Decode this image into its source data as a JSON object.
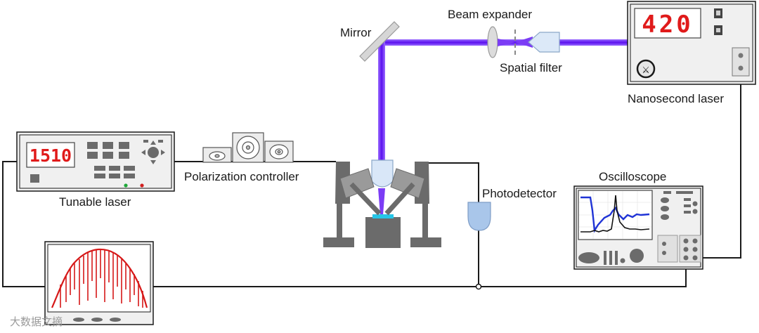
{
  "labels": {
    "mirror": "Mirror",
    "beam_expander": "Beam expander",
    "spatial_filter": "Spatial filter",
    "nanosecond_laser": "Nanosecond laser",
    "tunable_laser": "Tunable laser",
    "polarization_controller": "Polarization controller",
    "photodetector": "Photodetector",
    "oscilloscope": "Oscilloscope"
  },
  "displays": {
    "nanosecond_wavelength": "420",
    "tunable_wavelength": "1510"
  },
  "watermark": "大数据文摘",
  "colors": {
    "laser_beam": "#6a1df0",
    "display_red": "#e01a1a",
    "spectrum_red": "#d61818",
    "trace_blue": "#1f33d6",
    "trace_black": "#111111",
    "detector_blue": "#a9c6ea",
    "sample_cyan": "#26c6e8",
    "panel_gray": "#f0f0f0",
    "stage_gray": "#6b6b6b"
  },
  "icons": [
    "knob-icon",
    "power-button-icon",
    "led-icon",
    "dpad-icon"
  ]
}
